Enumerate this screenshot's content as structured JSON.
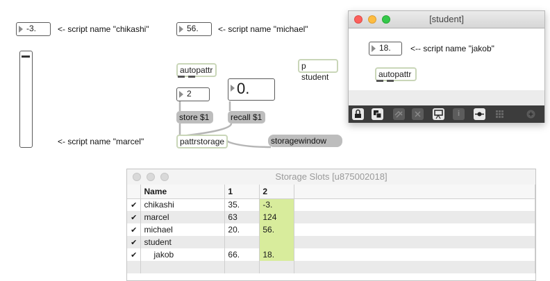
{
  "patcher": {
    "numbox_chikashi": "-3.",
    "comment_chikashi": "<- script name \"chikashi\"",
    "numbox_michael": "56.",
    "comment_michael": "<- script name \"michael\"",
    "comment_marcel": "<- script name \"marcel\"",
    "autopattr": "autopattr",
    "numbox_store": "2",
    "numbox_recall": "0.",
    "msg_store": "store $1",
    "msg_recall": "recall $1",
    "pattrstorage": "pattrstorage",
    "msg_storagewindow": "storagewindow",
    "p_student": "p student"
  },
  "subpatch_window": {
    "title": "[student]",
    "numbox_jakob": "18.",
    "comment_jakob": "<-- script name \"jakob\"",
    "autopattr": "autopattr",
    "toolbar_icons": [
      "lock-icon",
      "presentation-icon",
      "grid-lines-icon",
      "delete-icon",
      "easel-icon",
      "info-icon",
      "slider-icon",
      "grid-icon",
      "plus-icon"
    ]
  },
  "storage_window": {
    "title": "Storage Slots [u875002018]",
    "columns": [
      "",
      "Name",
      "1",
      "2"
    ],
    "rows": [
      {
        "check": "✔",
        "name": "chikashi",
        "slot1": "35.",
        "slot2": "-3."
      },
      {
        "check": "✔",
        "name": "marcel",
        "slot1": "63",
        "slot2": "124"
      },
      {
        "check": "✔",
        "name": "michael",
        "slot1": "20.",
        "slot2": "56."
      },
      {
        "check": "✔",
        "name": "student",
        "slot1": "",
        "slot2": ""
      },
      {
        "check": "✔",
        "name": "jakob",
        "slot1": "66.",
        "slot2": "18."
      },
      {
        "check": "",
        "name": "",
        "slot1": "",
        "slot2": ""
      }
    ],
    "highlight_color": "#d8ec9c"
  }
}
